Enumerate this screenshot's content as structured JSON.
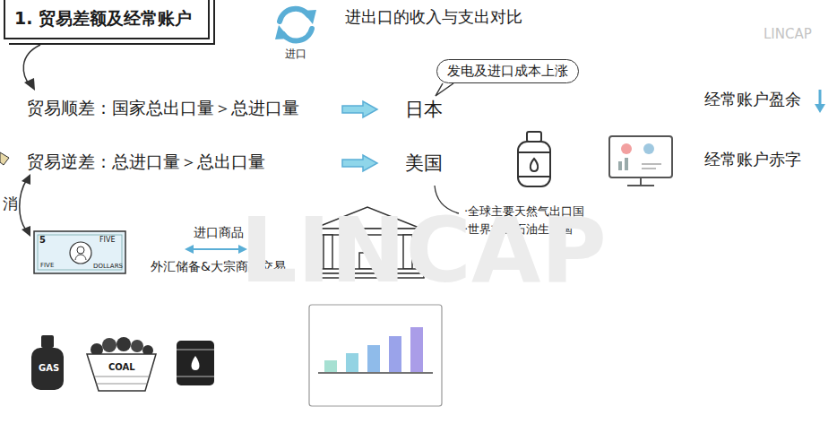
{
  "diagram": {
    "nodes": [
      {
        "text": [
          "1. 贸易差额及经常账户"
        ]
      },
      {
        "text": [
          "发电及进口成本上涨"
        ]
      }
    ],
    "labels": [
      "进口",
      "进出口的收入与支出对比",
      "LINCAP",
      "贸易顺差：国家总出口量＞总进口量",
      "日本",
      "经常账户盈余",
      "贸易逆差：总进口量＞总出口量",
      "美国",
      "经常账户赤字",
      "·全球主要天然气出口国",
      "·世界前三石油生产国",
      "消",
      "进口商品",
      "外汇储备&大宗商品交易",
      "LINCAP",
      "5",
      "FIVE",
      "FIVE",
      "DOLLARS",
      "GAS",
      "COAL"
    ]
  }
}
